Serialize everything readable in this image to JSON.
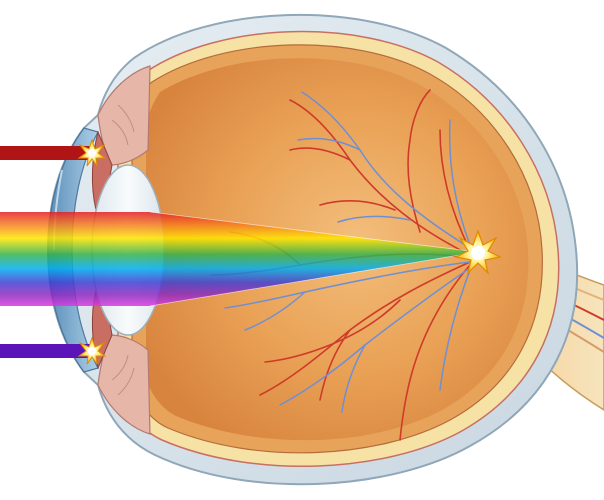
{
  "diagram": {
    "subject": "eye-cross-section-laser-focus",
    "rays": [
      {
        "id": "top-red-laser",
        "color": "#B01414"
      },
      {
        "id": "rainbow-beam",
        "colors": [
          "#E51E25",
          "#F58220",
          "#FFE600",
          "#36B24A",
          "#00AEEF",
          "#3F3FD4",
          "#8E2BC0",
          "#D83AE0"
        ]
      },
      {
        "id": "bottom-violet-laser",
        "color": "#5A14B8"
      }
    ],
    "colors": {
      "sclera_outer": "#D8E3EA",
      "sclera_edge": "#8FA7B8",
      "choroid": "#F5E2A4",
      "retina": "#E8A35A",
      "vitreous_fill": "#E9A155",
      "ciliary": "#E6B7A8",
      "lens": "#EEF3F6",
      "cornea": "#7FAFD3",
      "artery": "#CF3B2A",
      "vein": "#6F8FD4",
      "optic_nerve": "#F3D8A6",
      "flash": "#FFE36A"
    },
    "icons": [
      "sparkle-flash-icon"
    ]
  }
}
